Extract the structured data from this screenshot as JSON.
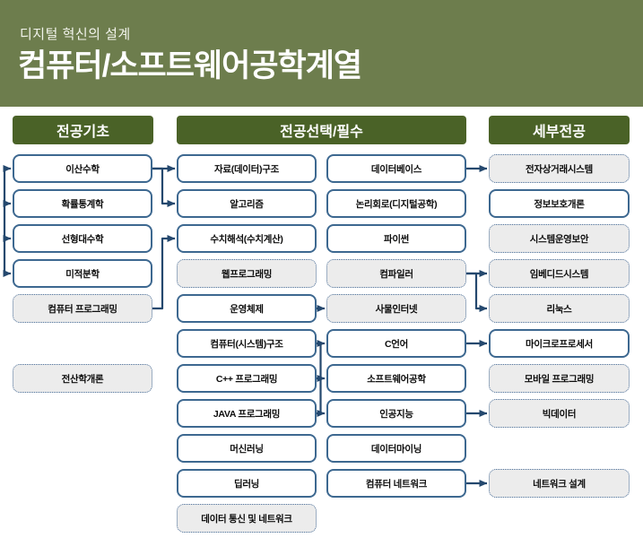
{
  "banner": {
    "subtitle": "디지털 혁신의 설계",
    "title": "컴퓨터/소프트웨어공학계열"
  },
  "headers": [
    {
      "id": "major-basics",
      "label": "전공기초"
    },
    {
      "id": "major-elective-required",
      "label": "전공선택/필수"
    },
    {
      "id": "detail-major",
      "label": "세부전공"
    }
  ],
  "columns": [
    {
      "id": "major-basics",
      "boxes": [
        {
          "id": "disc-math",
          "label": "이산수학",
          "row": 1,
          "style": "solid"
        },
        {
          "id": "prob-stat",
          "label": "확률통계학",
          "row": 2,
          "style": "solid"
        },
        {
          "id": "linear-algebra",
          "label": "선형대수학",
          "row": 3,
          "style": "solid"
        },
        {
          "id": "calculus",
          "label": "미적분학",
          "row": 4,
          "style": "solid"
        },
        {
          "id": "computer-programming",
          "label": "컴퓨터 프로그래밍",
          "row": 5,
          "style": "dotted"
        },
        {
          "id": "intro-computer-science",
          "label": "전산학개론",
          "row": 7,
          "style": "dotted"
        }
      ]
    },
    {
      "id": "elective-left",
      "boxes": [
        {
          "id": "data-structure",
          "label": "자료(데이터)구조",
          "row": 1,
          "style": "solid"
        },
        {
          "id": "algorithm",
          "label": "알고리즘",
          "row": 2,
          "style": "solid"
        },
        {
          "id": "numerical-analysis",
          "label": "수치해석(수치계산)",
          "row": 3,
          "style": "solid"
        },
        {
          "id": "web-programming",
          "label": "웹프로그래밍",
          "row": 4,
          "style": "dotted"
        },
        {
          "id": "operating-system",
          "label": "운영체제",
          "row": 5,
          "style": "solid"
        },
        {
          "id": "computer-architecture",
          "label": "컴퓨터(시스템)구조",
          "row": 6,
          "style": "solid"
        },
        {
          "id": "cpp-programming",
          "label": "C++ 프로그래밍",
          "row": 7,
          "style": "solid"
        },
        {
          "id": "java-programming",
          "label": "JAVA 프로그래밍",
          "row": 8,
          "style": "solid"
        },
        {
          "id": "machine-learning",
          "label": "머신러닝",
          "row": 9,
          "style": "solid"
        },
        {
          "id": "deep-learning",
          "label": "딥러닝",
          "row": 10,
          "style": "solid"
        },
        {
          "id": "data-communication",
          "label": "데이터 통신 및 네트워크",
          "row": 11,
          "style": "dotted"
        }
      ]
    },
    {
      "id": "elective-right",
      "boxes": [
        {
          "id": "database",
          "label": "데이터베이스",
          "row": 1,
          "style": "solid"
        },
        {
          "id": "logic-circuit",
          "label": "논리회로(디지털공학)",
          "row": 2,
          "style": "solid"
        },
        {
          "id": "python",
          "label": "파이썬",
          "row": 3,
          "style": "solid"
        },
        {
          "id": "compiler",
          "label": "컴파일러",
          "row": 4,
          "style": "dotted"
        },
        {
          "id": "iot",
          "label": "사물인터넷",
          "row": 5,
          "style": "dotted"
        },
        {
          "id": "c-language",
          "label": "C언어",
          "row": 6,
          "style": "solid"
        },
        {
          "id": "software-engineering",
          "label": "소프트웨어공학",
          "row": 7,
          "style": "solid"
        },
        {
          "id": "artificial-intelligence",
          "label": "인공지능",
          "row": 8,
          "style": "solid"
        },
        {
          "id": "data-mining",
          "label": "데이터마이닝",
          "row": 9,
          "style": "solid"
        },
        {
          "id": "computer-network",
          "label": "컴퓨터 네트워크",
          "row": 10,
          "style": "solid"
        }
      ]
    },
    {
      "id": "detail-major",
      "boxes": [
        {
          "id": "ecommerce-system",
          "label": "전자상거래시스템",
          "row": 1,
          "style": "dotted"
        },
        {
          "id": "information-security",
          "label": "정보보호개론",
          "row": 2,
          "style": "solid"
        },
        {
          "id": "system-security",
          "label": "시스템운영보안",
          "row": 3,
          "style": "dotted"
        },
        {
          "id": "embedded-system",
          "label": "임베디드시스템",
          "row": 4,
          "style": "dotted"
        },
        {
          "id": "linux",
          "label": "리눅스",
          "row": 5,
          "style": "dotted"
        },
        {
          "id": "microprocessor",
          "label": "마이크로프로세서",
          "row": 6,
          "style": "solid"
        },
        {
          "id": "mobile-programming",
          "label": "모바일 프로그래밍",
          "row": 7,
          "style": "dotted"
        },
        {
          "id": "big-data",
          "label": "빅데이터",
          "row": 8,
          "style": "dotted"
        },
        {
          "id": "network-design",
          "label": "네트워크 설계",
          "row": 10,
          "style": "dotted"
        }
      ]
    }
  ],
  "connections": [
    {
      "type": "fanin",
      "targets": [
        "disc-math",
        "prob-stat",
        "linear-algebra",
        "calculus"
      ]
    },
    {
      "type": "arrow",
      "from": "disc-math",
      "to": "data-structure"
    },
    {
      "type": "arrow",
      "from": "disc-math",
      "to": "algorithm"
    },
    {
      "type": "arrow",
      "from": "computer-programming",
      "to": "numerical-analysis"
    },
    {
      "type": "arrow",
      "from": "operating-system",
      "to": "iot"
    },
    {
      "type": "trunk",
      "sources": [
        "computer-architecture",
        "cpp-programming",
        "java-programming"
      ],
      "targets": [
        "c-language",
        "software-engineering",
        "artificial-intelligence"
      ]
    },
    {
      "type": "arrow",
      "from": "database",
      "to": "ecommerce-system"
    },
    {
      "type": "arrow",
      "from": "compiler",
      "to": "embedded-system"
    },
    {
      "type": "arrow",
      "from": "compiler",
      "to": "linux"
    },
    {
      "type": "arrow",
      "from": "c-language",
      "to": "microprocessor"
    },
    {
      "type": "arrow",
      "from": "artificial-intelligence",
      "to": "big-data"
    },
    {
      "type": "arrow",
      "from": "computer-network",
      "to": "network-design"
    }
  ],
  "colors": {
    "banner_green": "#6D7D4D",
    "header_green": "#4A6227",
    "box_border_blue": "#3D6890",
    "dotted_border_blue": "#4A6E99",
    "dotted_fill_gray": "#ECECEC",
    "arrow_navy": "#24486E",
    "box_text": "#0D0D0D",
    "banner_text": "#FFFFFF"
  }
}
